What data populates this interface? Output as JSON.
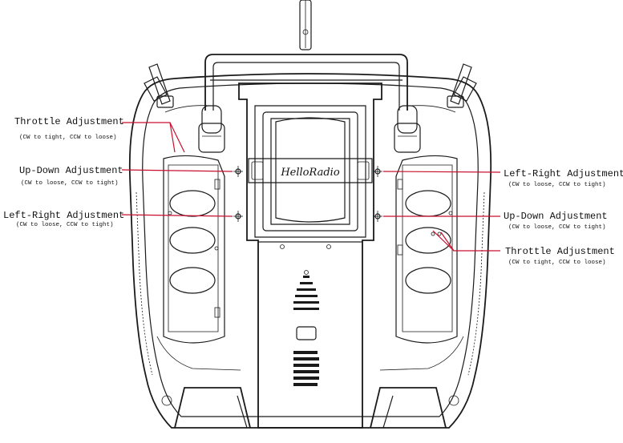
{
  "brand": {
    "logo_text": "HelloRadio"
  },
  "callouts_left": [
    {
      "title": "Throttle Adjustment",
      "note": "(CW to tight, CCW to loose)"
    },
    {
      "title": "Up-Down Adjustment",
      "note": "(CW to loose, CCW to tight)"
    },
    {
      "title": "Left-Right Adjustment",
      "note": "(CW to loose, CCW to tight)"
    }
  ],
  "callouts_right": [
    {
      "title": "Left-Right Adjustment",
      "note": "(CW to loose, CCW to tight)"
    },
    {
      "title": "Up-Down Adjustment",
      "note": "(CW to loose, CCW to tight)"
    },
    {
      "title": "Throttle Adjustment",
      "note": "(CW to tight, CCW to loose)"
    }
  ],
  "colors": {
    "leader_line": "#c8102e",
    "ink": "#1a1a1a",
    "background": "#ffffff"
  }
}
